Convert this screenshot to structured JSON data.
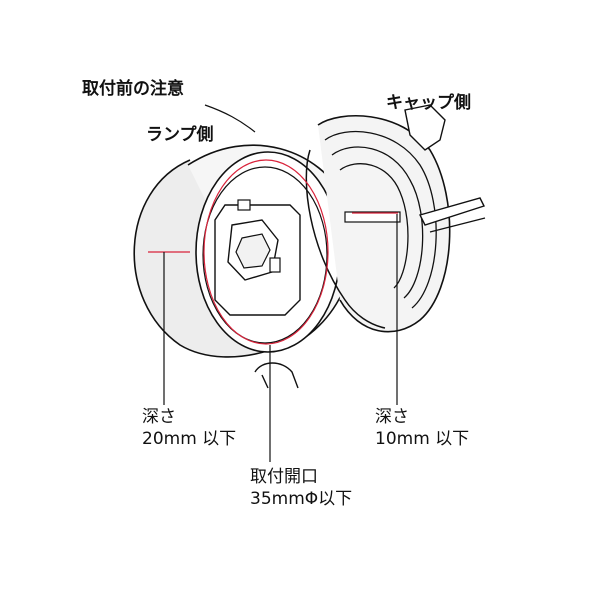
{
  "title": "取付前の注意",
  "lamp_side": "ランプ側",
  "cap_side": "キャップ側",
  "depth_lamp": {
    "line1": "深さ",
    "line2": "20mm 以下"
  },
  "depth_cap": {
    "line1": "深さ",
    "line2": "10mm 以下"
  },
  "opening": {
    "line1": "取付開口",
    "line2": "35mmΦ以下"
  },
  "colors": {
    "guide": "#d9233b",
    "outline": "#111111",
    "shade": "#e6e6e6"
  }
}
